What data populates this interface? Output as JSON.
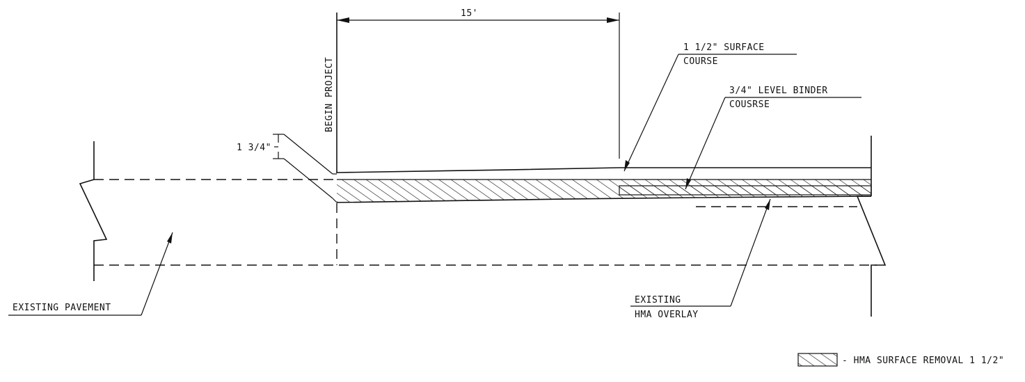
{
  "drawing": {
    "dimension": "15'",
    "begin_label": "BEGIN PROJECT",
    "taper_dim": "1 3/4\"",
    "surface_course": {
      "line1": "1 1/2\" SURFACE",
      "line2": "COURSE"
    },
    "level_binder": {
      "line1": "3/4\" LEVEL BINDER",
      "line2": "COUSRSE"
    },
    "existing_pavement": "EXISTING PAVEMENT",
    "existing_overlay": {
      "line1": "EXISTING",
      "line2": "HMA OVERLAY"
    },
    "legend": {
      "text": "- HMA SURFACE REMOVAL 1 1/2\""
    }
  }
}
